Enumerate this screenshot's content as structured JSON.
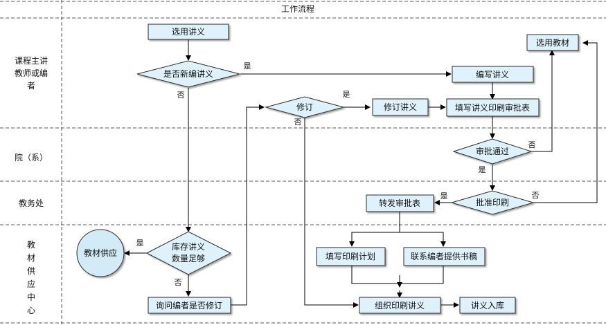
{
  "header": {
    "title": "工作流程"
  },
  "lanes": {
    "lane1": "课程主讲教师或编者",
    "lane2": "院（系）",
    "lane3": "教务处",
    "lane4": "教材供应中心"
  },
  "nodes": {
    "select_handout": "选用讲义",
    "is_new_handout": "是否新编讲义",
    "write_handout": "编写讲义",
    "select_textbook": "选用教材",
    "revise_decision": "修订",
    "revise_handout": "修订讲义",
    "fill_approval_form": "填写讲义印刷审批表",
    "approval_passed": "审批通过",
    "approve_print": "批准印刷",
    "forward_form": "转发审批表",
    "stock_enough_line1": "库存讲义",
    "stock_enough_line2": "数量足够",
    "textbook_supply": "教材供应",
    "ask_editor": "询问编者是否修订",
    "fill_print_plan": "填写印刷计划",
    "contact_editor": "联系编者提供书稿",
    "organize_printing": "组织印刷讲义",
    "handout_storage": "讲义入库"
  },
  "edges": {
    "yes": "是",
    "no": "否"
  },
  "colors": {
    "node_fill": "#dff2fb",
    "node_stroke": "#2b2b2b",
    "circle_fill": "#d3ebf6",
    "line": "#000000",
    "divider": "#555555"
  }
}
